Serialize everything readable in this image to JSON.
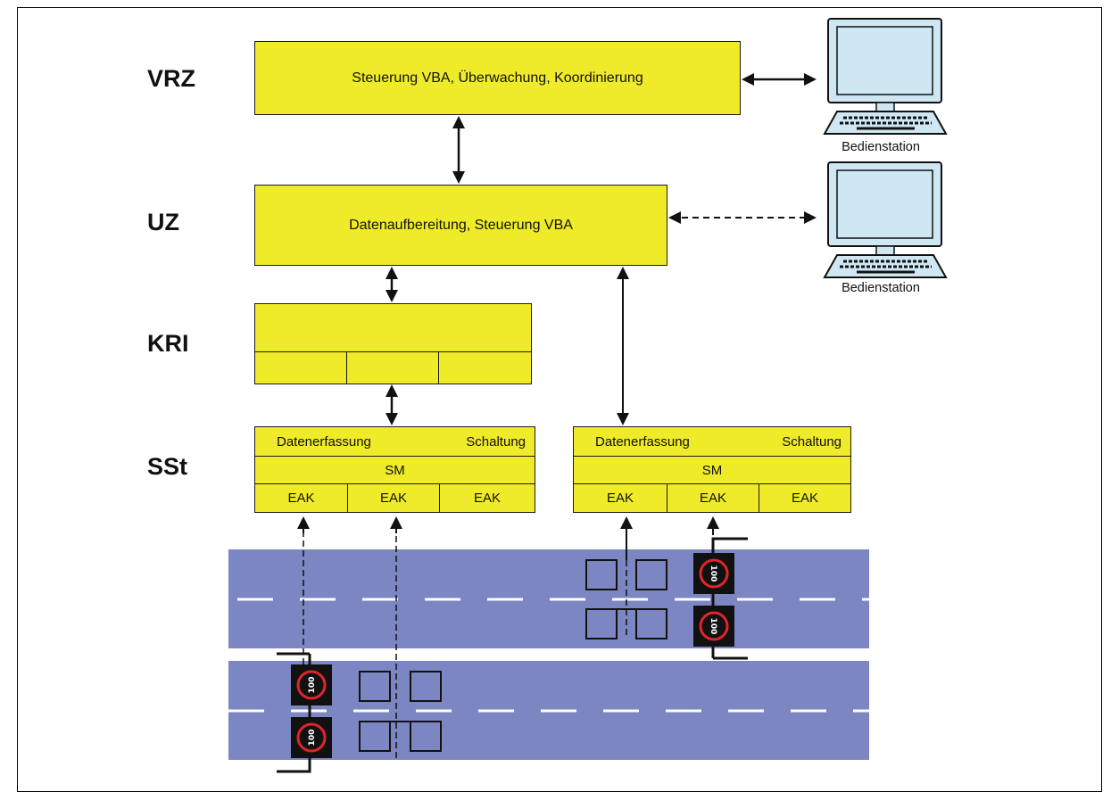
{
  "levels": {
    "vrz": "VRZ",
    "uz": "UZ",
    "kri": "KRI",
    "sst": "SSt"
  },
  "vrz_box": "Steuerung VBA, Überwachung, Koordinierung",
  "uz_box": "Datenaufbereitung, Steuerung VBA",
  "stations": {
    "top": "Bedienstation",
    "bottom": "Bedienstation"
  },
  "sst_left": {
    "datenerfassung": "Datenerfassung",
    "schaltung": "Schaltung",
    "sm": "SM",
    "eak": [
      "EAK",
      "EAK",
      "EAK"
    ]
  },
  "sst_right": {
    "datenerfassung": "Datenerfassung",
    "schaltung": "Schaltung",
    "sm": "SM",
    "eak": [
      "EAK",
      "EAK",
      "EAK"
    ]
  },
  "signs": [
    "100",
    "100",
    "100",
    "100"
  ],
  "colors": {
    "box_fill": "#f0eb28",
    "road": "#7b86c2",
    "monitor_screen": "#cfe7f2",
    "sign_ring": "#e0242b"
  }
}
